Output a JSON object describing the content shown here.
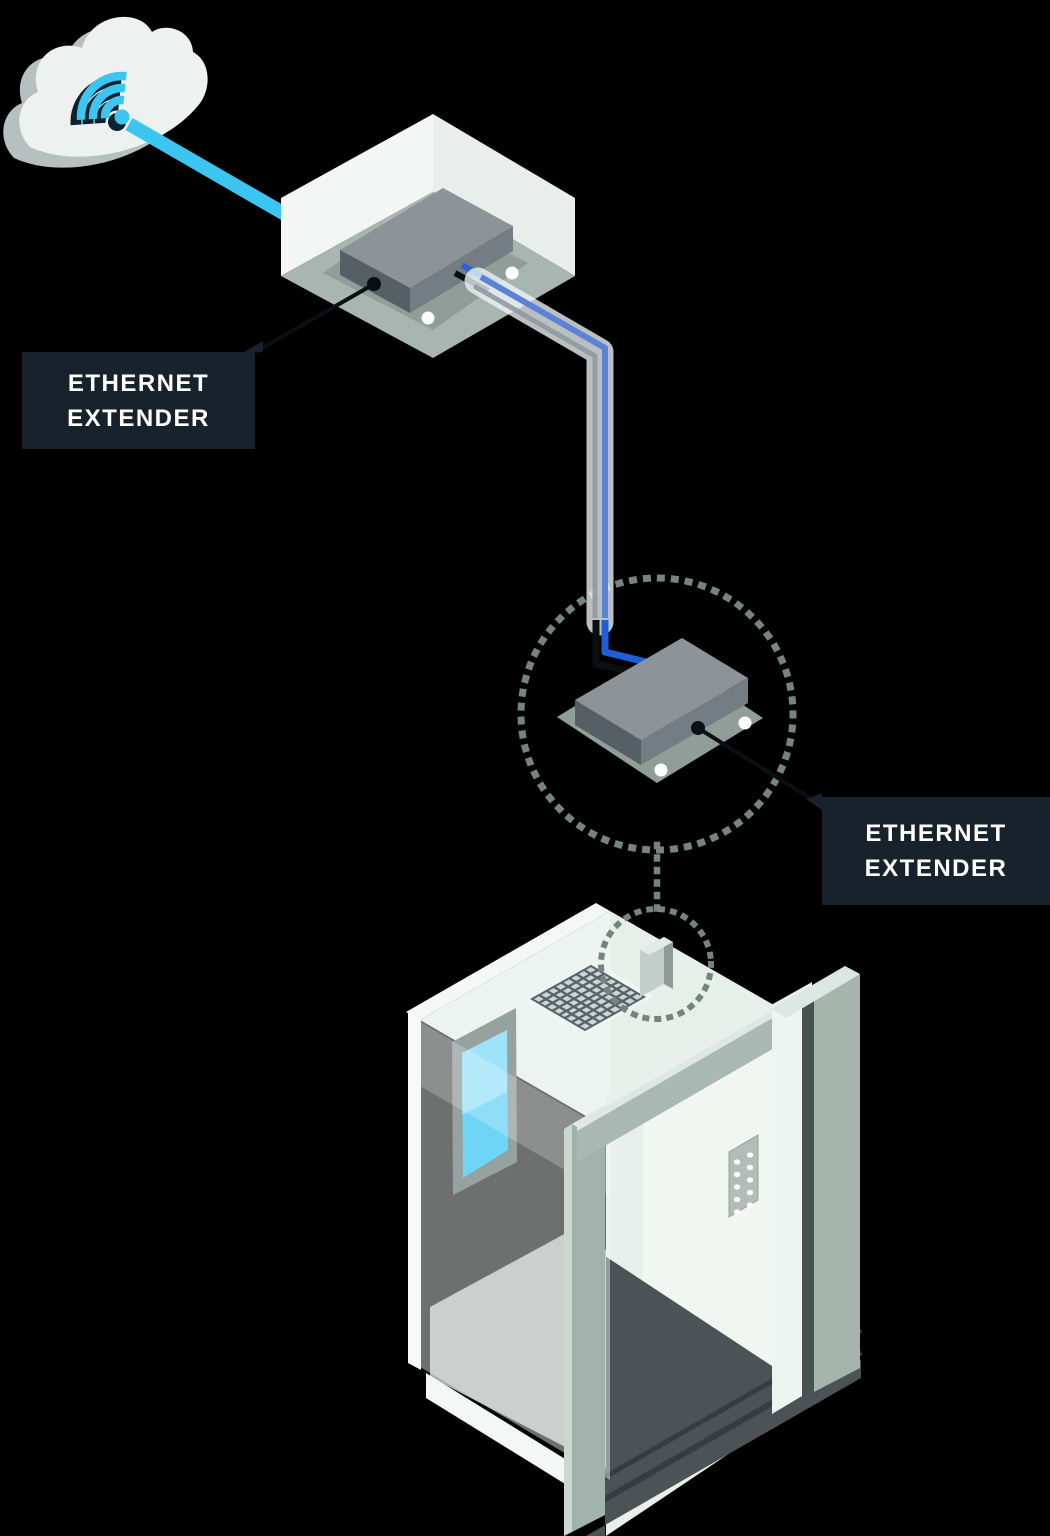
{
  "scene": {
    "background_color": "#000000",
    "labels": {
      "extender_top": {
        "line1": "ETHERNET",
        "line2": "EXTENDER"
      },
      "extender_bottom": {
        "line1": "ETHERNET",
        "line2": "EXTENDER"
      }
    },
    "label_style": {
      "background": "#18222c",
      "text_color": "#ffffff"
    },
    "cloud": {
      "wifi_blue": "#3cc5f1",
      "wifi_dark": "#0d2231",
      "body": "#edf2f0",
      "extrusion": "#b6c1bf"
    },
    "connections": {
      "internet_cable_color": "#3cc5f1",
      "ethernet_cable_blue": "#1d5fd6",
      "ethernet_cable_black": "#0a0f14",
      "conduit_tint": "rgba(238,245,247,0.78)",
      "dotted_gray": "#75847f"
    },
    "devices": {
      "top_face": "#8c9399",
      "left_face": "#565f65",
      "right_face": "#747d84",
      "plate": "#919d99",
      "screw": "#ffffff"
    },
    "elevator": {
      "roof": "#e7efeb",
      "structure_light": "#eef4f1",
      "pillar": "#a2b2ac",
      "glass_blue": "#6fd5f6",
      "dark_floor": "#4b5356",
      "vent_lines": "#57636a"
    }
  }
}
